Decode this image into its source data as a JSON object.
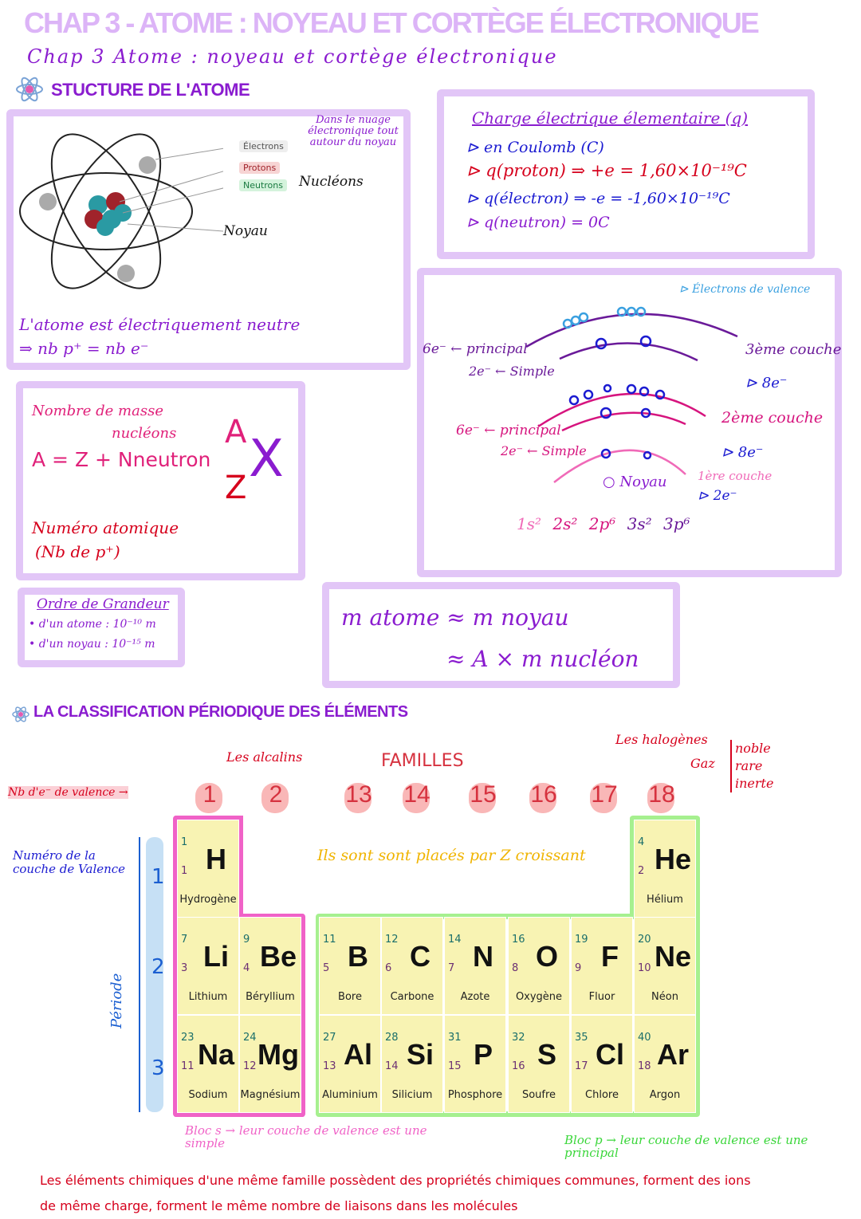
{
  "header": {
    "title_bg": "CHAP 3 - ATOME : NOYEAU ET CORTÈGE ÉLECTRONIQUE",
    "title": "Chap 3  Atome : noyeau et cortège électronique"
  },
  "section1": {
    "title": "STUCTURE DE L'ATOME"
  },
  "atom": {
    "labels": [
      "Électrons",
      "Protons",
      "Neutrons"
    ],
    "nucleons": "Nucléons",
    "cloud": "Dans le nuage électronique tout autour du noyau",
    "nucleus": "Noyau",
    "neutral": "L'atome est électriquement neutre",
    "formula": "⇒ nb p⁺ = nb e⁻"
  },
  "charge": {
    "title": "Charge électrique élementaire (q)",
    "lines": [
      "⊳ en Coulomb (C)",
      "⊳ q(proton) ⇒ +e = 1,60×10⁻¹⁹C",
      "⊳ q(électron) ⇒ -e = -1,60×10⁻¹⁹C",
      "⊳ q(neutron) = 0C"
    ]
  },
  "shells": {
    "valence": "⊳ Électrons de valence",
    "s3": [
      "6e⁻ ← principal",
      "2e⁻ ← Simple",
      "3ème couche",
      "⊳ 8e⁻"
    ],
    "s2": [
      "6e⁻ ← principal",
      "2e⁻ ← Simple",
      "2ème couche",
      "⊳ 8e⁻"
    ],
    "s1": [
      "1ère couche",
      "⊳ 2e⁻"
    ],
    "nucleus": "○ Noyau",
    "config": [
      "1s²",
      "2s²",
      "2p⁶",
      "3s²",
      "3p⁶"
    ]
  },
  "notation": {
    "mass": "Nombre de masse",
    "nucleons": "nucléons",
    "formula": "A = Z + Nneutron",
    "A": "A",
    "Z": "Z",
    "X": "X",
    "atomic": "Numéro atomique",
    "atomic2": "(Nb de p⁺)"
  },
  "order": {
    "title": "Ordre de Grandeur",
    "lines": [
      "• d'un atome : 10⁻¹⁰ m",
      "• d'un noyau : 10⁻¹⁵ m"
    ]
  },
  "mass": {
    "line1": "m atome ≈ m noyau",
    "line2": "≈ A × m nucléon"
  },
  "section2": {
    "title": "LA CLASSIFICATION PÉRIODIQUE DES ÉLÉMENTS"
  },
  "table": {
    "alkali": "Les alcalins",
    "families": "FAMILLES",
    "halogens": "Les halogènes",
    "gas": "Gaz",
    "gas_desc": [
      "noble",
      "rare",
      "inerte"
    ],
    "valence_label": "Nb d'e⁻ de valence →",
    "shell_label": "Numéro de la couche de Valence",
    "period_label": "Période",
    "order_note": "Ils sont sont placés par Z croissant",
    "groups": [
      "1",
      "2",
      "13",
      "14",
      "15",
      "16",
      "17",
      "18"
    ],
    "periods": [
      "1",
      "2",
      "3"
    ],
    "elements": [
      {
        "sym": "H",
        "name": "Hydrogène",
        "A": "1",
        "Z": "1"
      },
      {
        "sym": "He",
        "name": "Hélium",
        "A": "4",
        "Z": "2"
      },
      {
        "sym": "Li",
        "name": "Lithium",
        "A": "7",
        "Z": "3"
      },
      {
        "sym": "Be",
        "name": "Béryllium",
        "A": "9",
        "Z": "4"
      },
      {
        "sym": "B",
        "name": "Bore",
        "A": "11",
        "Z": "5"
      },
      {
        "sym": "C",
        "name": "Carbone",
        "A": "12",
        "Z": "6"
      },
      {
        "sym": "N",
        "name": "Azote",
        "A": "14",
        "Z": "7"
      },
      {
        "sym": "O",
        "name": "Oxygène",
        "A": "16",
        "Z": "8"
      },
      {
        "sym": "F",
        "name": "Fluor",
        "A": "19",
        "Z": "9"
      },
      {
        "sym": "Ne",
        "name": "Néon",
        "A": "20",
        "Z": "10"
      },
      {
        "sym": "Na",
        "name": "Sodium",
        "A": "23",
        "Z": "11"
      },
      {
        "sym": "Mg",
        "name": "Magnésium",
        "A": "24",
        "Z": "12"
      },
      {
        "sym": "Al",
        "name": "Aluminium",
        "A": "27",
        "Z": "13"
      },
      {
        "sym": "Si",
        "name": "Silicium",
        "A": "28",
        "Z": "14"
      },
      {
        "sym": "P",
        "name": "Phosphore",
        "A": "31",
        "Z": "15"
      },
      {
        "sym": "S",
        "name": "Soufre",
        "A": "32",
        "Z": "16"
      },
      {
        "sym": "Cl",
        "name": "Chlore",
        "A": "35",
        "Z": "17"
      },
      {
        "sym": "Ar",
        "name": "Argon",
        "A": "40",
        "Z": "18"
      }
    ],
    "bloc_s": "Bloc s → leur couche de valence est une simple",
    "bloc_p": "Bloc p → leur couche de valence est une principal"
  },
  "conclusion": [
    "Les éléments chimiques d'une même famille possèdent des propriétés chimiques communes, forment des ions",
    "de même charge, forment le même nombre de liaisons dans les molécules"
  ],
  "colors": {
    "purple": "#8a1ccf",
    "box": "#e2c6f7",
    "pink": "#f062c7",
    "green": "#a6f08f",
    "red": "#d6001c",
    "cell": "#f8f3b3"
  }
}
